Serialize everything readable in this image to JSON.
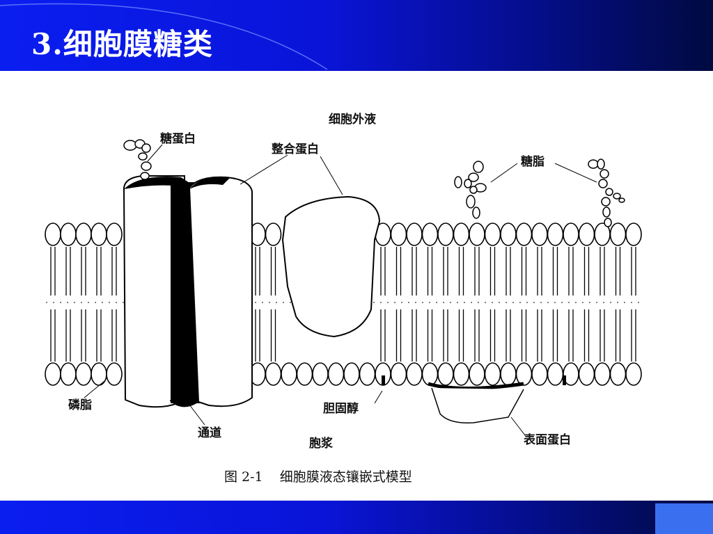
{
  "slide": {
    "title": "3.细胞膜糖类",
    "colors": {
      "header_start": "#0a1ef0",
      "header_end": "#000a40",
      "footer_box": "#3a6ff0"
    }
  },
  "figure": {
    "labels": {
      "extracellular": "细胞外液",
      "glycoprotein": "糖蛋白",
      "integral_protein": "整合蛋白",
      "glycolipid": "糖脂",
      "phospholipid": "磷脂",
      "cholesterol": "胆固醇",
      "channel": "通道",
      "cytoplasm": "胞浆",
      "peripheral_protein": "表面蛋白"
    },
    "caption": "图 2-1    细胞膜液态镶嵌式模型"
  }
}
